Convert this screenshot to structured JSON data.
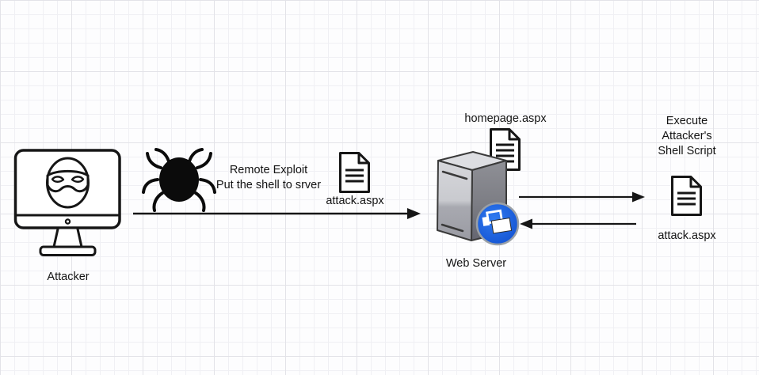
{
  "nodes": {
    "attacker": {
      "label": "Attacker"
    },
    "exploit_note": {
      "line1": "Remote Exploit",
      "line2": "Put the shell to srver"
    },
    "attack_file_left": {
      "label": "attack.aspx"
    },
    "homepage_file": {
      "label": "homepage.aspx"
    },
    "web_server": {
      "label": "Web Server"
    },
    "execute_note": {
      "line1": "Execute",
      "line2": "Attacker's",
      "line3": "Shell Script"
    },
    "attack_file_right": {
      "label": "attack.aspx"
    }
  },
  "icons": {
    "attacker": "hacker-monitor-icon",
    "exploit": "bug-icon",
    "file": "document-icon",
    "server": "server-tower-icon",
    "server_badge": "app-windows-badge-icon"
  },
  "colors": {
    "stroke": "#161616",
    "text": "#141414",
    "grid_minor": "#f0f0f4",
    "grid_major": "#e3e3e8",
    "server_top": "#dddee2",
    "server_front_light": "#d6d7db",
    "server_front_dark": "#9a9ba3",
    "server_side": "#7c7d84",
    "badge_blue": "#1c5fe0",
    "badge_ring": "#9aa0a6"
  }
}
